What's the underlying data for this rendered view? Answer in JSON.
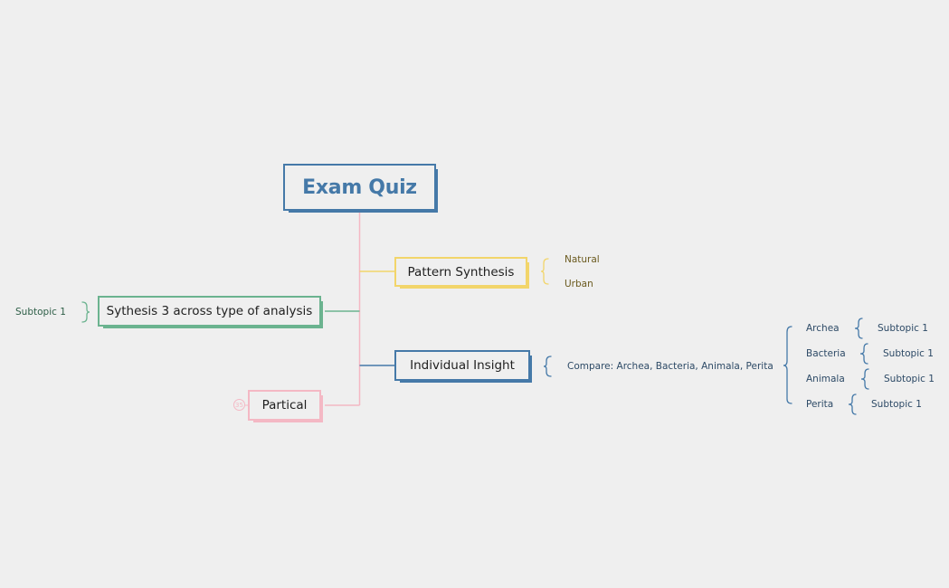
{
  "mindmap": {
    "root": {
      "label": "Exam Quiz",
      "color": "#4579a8"
    },
    "branches": [
      {
        "label": "Pattern Synthesis",
        "color": "#f2d56a",
        "children": [
          {
            "label": "Natural"
          },
          {
            "label": "Urban"
          }
        ]
      },
      {
        "label": "Sythesis 3 across type of analysis",
        "color": "#6bb38f",
        "children": [
          {
            "label": "Subtopic 1"
          }
        ]
      },
      {
        "label": "Individual Insight",
        "color": "#4579a8",
        "children": [
          {
            "label": "Compare: Archea, Bacteria, Animala, Perita",
            "children": [
              {
                "label": "Archea",
                "children": [
                  {
                    "label": "Subtopic 1"
                  }
                ]
              },
              {
                "label": "Bacteria",
                "children": [
                  {
                    "label": "Subtopic 1"
                  }
                ]
              },
              {
                "label": "Animala",
                "children": [
                  {
                    "label": "Subtopic 1"
                  }
                ]
              },
              {
                "label": "Perita",
                "children": [
                  {
                    "label": "Subtopic 1"
                  }
                ]
              }
            ]
          }
        ]
      },
      {
        "label": "Partical",
        "color": "#f4b8c4",
        "collapsed_count": "35"
      }
    ],
    "trunk_color": "#f4b8c4"
  }
}
